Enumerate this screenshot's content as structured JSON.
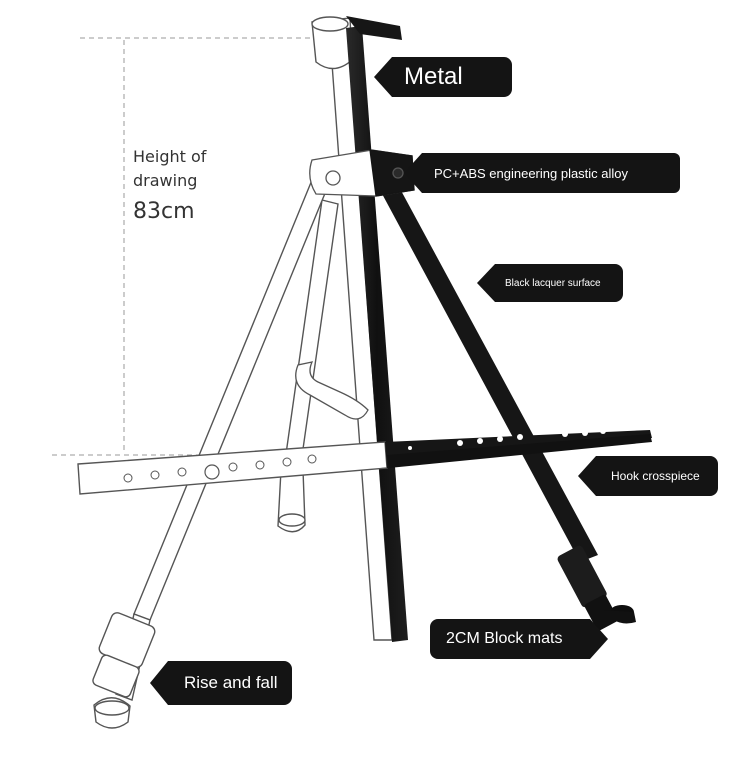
{
  "height_annotation": {
    "line1": "Height of",
    "line2": "drawing",
    "value": "83cm"
  },
  "labels": {
    "metal": "Metal",
    "pc_abs": "PC+ABS engineering plastic alloy",
    "lacquer": "Black lacquer surface",
    "hook": "Hook crosspiece",
    "block_mats": "2CM Block mats",
    "rise_fall": "Rise and fall"
  },
  "colors": {
    "background": "#ffffff",
    "outline": "#555555",
    "metal_black": "#161616",
    "label_background": "#141414",
    "label_text": "#ffffff",
    "dimension_line": "#9a9a9a"
  }
}
